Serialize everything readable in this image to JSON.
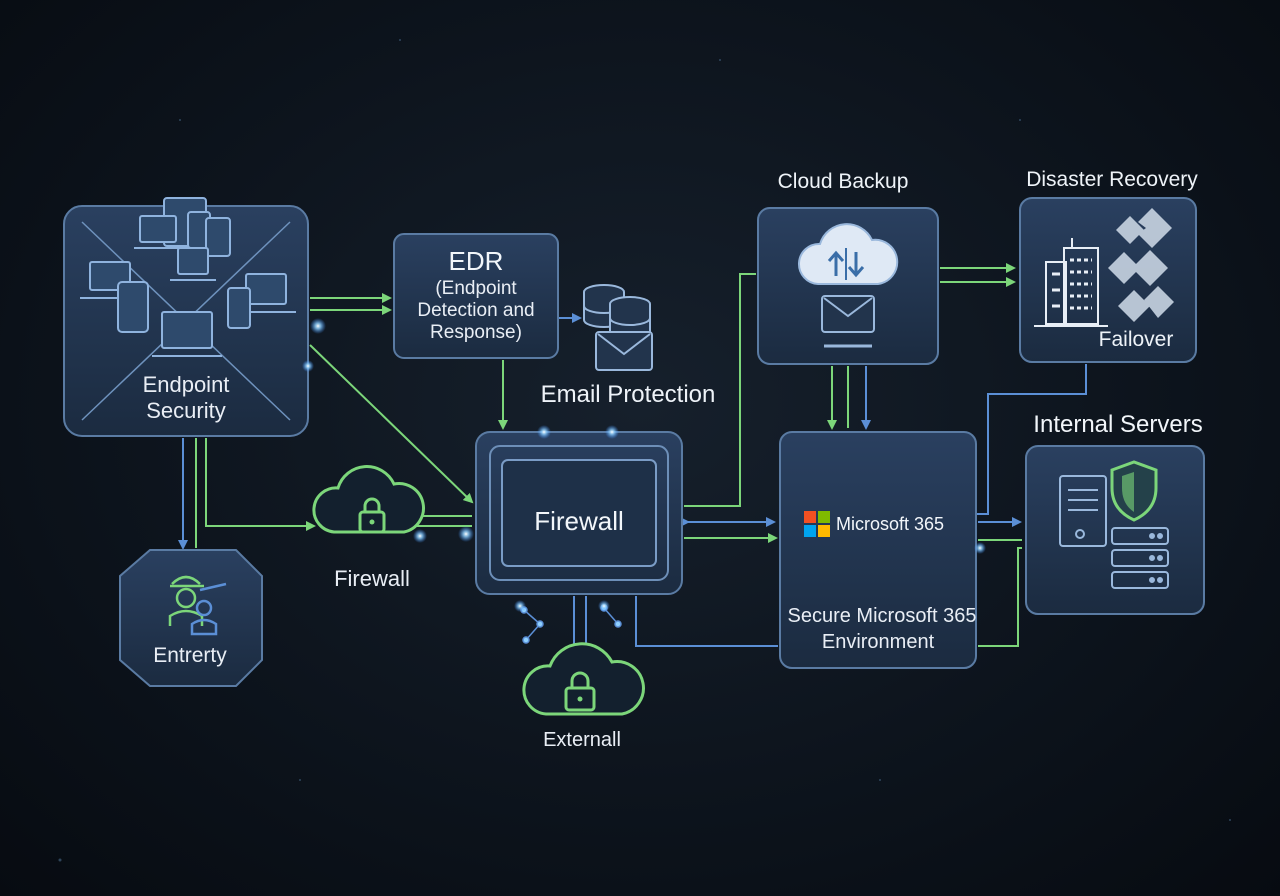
{
  "nodes": {
    "endpoint_security": {
      "line1": "Endpoint",
      "line2": "Security"
    },
    "edr": {
      "title": "EDR",
      "line1": "(Endpoint",
      "line2": "Detection and",
      "line3": "Response)"
    },
    "email_protection": {
      "label": "Email Protection"
    },
    "firewall_center": {
      "label": "Firewall"
    },
    "firewall_cloud": {
      "label": "Firewall"
    },
    "entretry": {
      "label": "Entrerty"
    },
    "external": {
      "label": "Externall"
    },
    "cloud_backup": {
      "label": "Cloud Backup"
    },
    "disaster_recovery": {
      "title": "Disaster Recovery",
      "failover": "Failover"
    },
    "microsoft365": {
      "logo_text": "Microsoft 365",
      "line1": "Secure Microsoft 365",
      "line2": "Environment"
    },
    "internal_servers": {
      "label": "Internal Servers"
    }
  },
  "colors": {
    "connector_green": "#7cd67a",
    "connector_blue": "#5b8fd6",
    "box_fill": "#22344c",
    "box_border": "#5a7ba3",
    "glow": "#6fb6ff",
    "ms_red": "#f25022",
    "ms_green": "#7fba00",
    "ms_blue": "#00a4ef",
    "ms_yellow": "#ffb900"
  }
}
